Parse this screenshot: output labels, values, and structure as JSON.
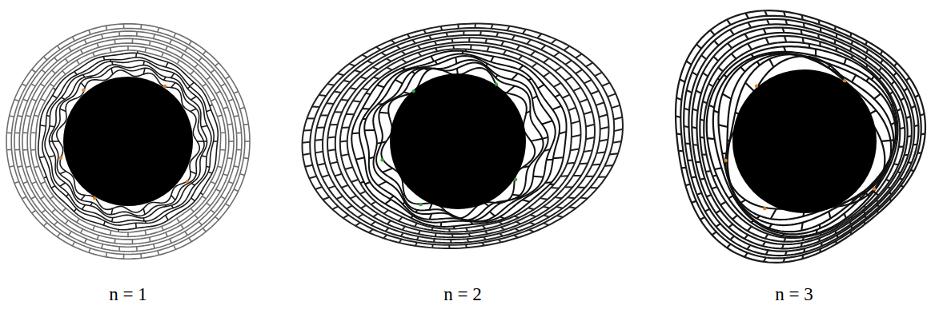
{
  "diagram": {
    "labels": [
      "n = 1",
      "n = 2",
      "n = 3"
    ]
  }
}
